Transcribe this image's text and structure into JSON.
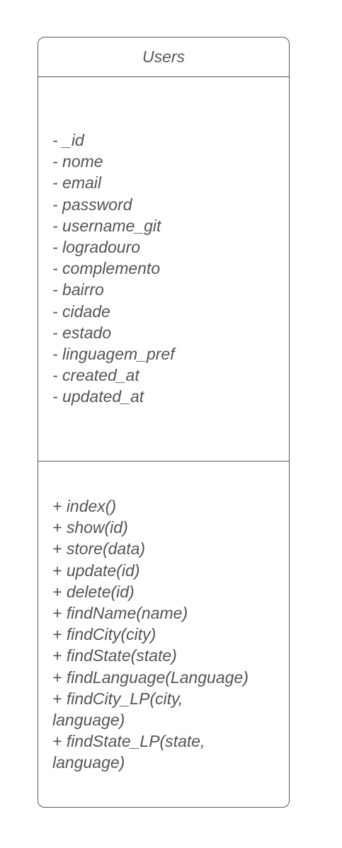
{
  "class": {
    "name": "Users",
    "attributes": [
      "- _id",
      "- nome",
      "- email",
      "- password",
      "- username_git",
      "- logradouro",
      "- complemento",
      "- bairro",
      "- cidade",
      "- estado",
      "- linguagem_pref",
      "- created_at",
      "- updated_at"
    ],
    "methods": [
      "+ index()",
      "+ show(id)",
      "+ store(data)",
      "+ update(id)",
      "+ delete(id)",
      "+ findName(name)",
      "+ findCity(city)",
      "+ findState(state)",
      "+ findLanguage(Language)",
      "+ findCity_LP(city,",
      "language)",
      "+ findState_LP(state,",
      "language)"
    ]
  }
}
